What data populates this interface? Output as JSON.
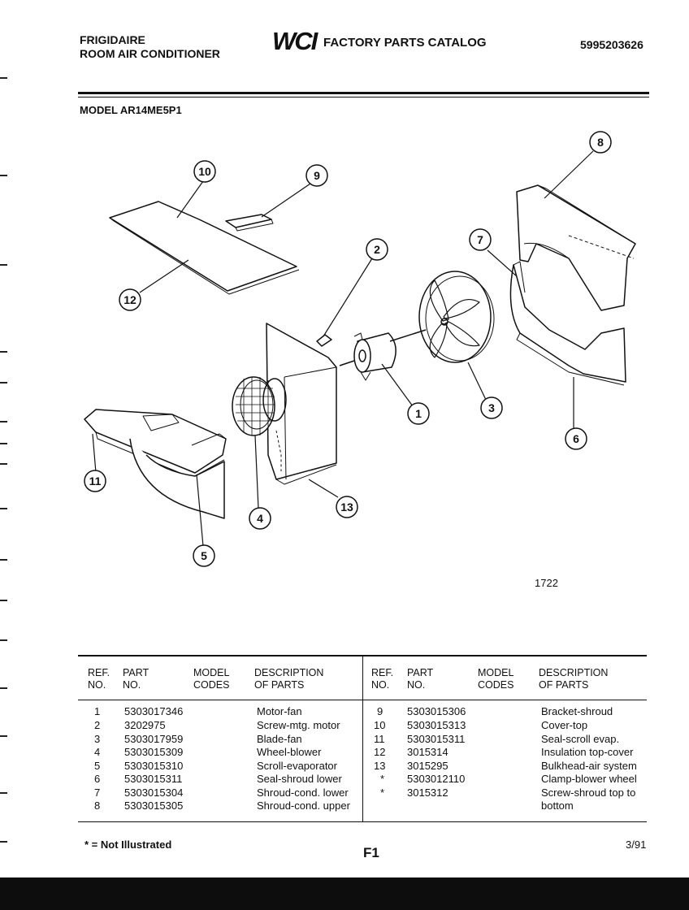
{
  "header": {
    "brand": "FRIGIDAIRE",
    "product": "ROOM AIR CONDITIONER",
    "logo_text": "WCI",
    "catalog_title": "FACTORY PARTS CATALOG",
    "catalog_number": "5995203626"
  },
  "model_label": "MODEL AR14ME5P1",
  "diagram": {
    "callouts": [
      "10",
      "9",
      "8",
      "2",
      "7",
      "12",
      "1",
      "3",
      "6",
      "11",
      "4",
      "13",
      "5"
    ],
    "figure_number": "1722"
  },
  "parts_table": {
    "headers": {
      "ref_no": [
        "REF.",
        "NO."
      ],
      "part_no": [
        "PART",
        "NO."
      ],
      "model_codes": [
        "MODEL",
        "CODES"
      ],
      "description": [
        "DESCRIPTION",
        "OF PARTS"
      ]
    },
    "left_rows": [
      {
        "ref": "1",
        "part": "5303017346",
        "codes": "",
        "desc": "Motor-fan"
      },
      {
        "ref": "2",
        "part": "3202975",
        "codes": "",
        "desc": "Screw-mtg. motor"
      },
      {
        "ref": "3",
        "part": "5303017959",
        "codes": "",
        "desc": "Blade-fan"
      },
      {
        "ref": "4",
        "part": "5303015309",
        "codes": "",
        "desc": "Wheel-blower"
      },
      {
        "ref": "5",
        "part": "5303015310",
        "codes": "",
        "desc": "Scroll-evaporator"
      },
      {
        "ref": "6",
        "part": "5303015311",
        "codes": "",
        "desc": "Seal-shroud lower"
      },
      {
        "ref": "7",
        "part": "5303015304",
        "codes": "",
        "desc": "Shroud-cond. lower"
      },
      {
        "ref": "8",
        "part": "5303015305",
        "codes": "",
        "desc": "Shroud-cond. upper"
      }
    ],
    "right_rows": [
      {
        "ref": "9",
        "part": "5303015306",
        "codes": "",
        "desc": "Bracket-shroud"
      },
      {
        "ref": "10",
        "part": "5303015313",
        "codes": "",
        "desc": "Cover-top"
      },
      {
        "ref": "11",
        "part": "5303015311",
        "codes": "",
        "desc": "Seal-scroll evap."
      },
      {
        "ref": "12",
        "part": "3015314",
        "codes": "",
        "desc": "Insulation top-cover"
      },
      {
        "ref": "13",
        "part": "3015295",
        "codes": "",
        "desc": "Bulkhead-air system"
      },
      {
        "ref": "*",
        "part": "5303012110",
        "codes": "",
        "desc": "Clamp-blower wheel"
      },
      {
        "ref": "*",
        "part": "3015312",
        "codes": "",
        "desc": "Screw-shroud top to"
      },
      {
        "ref": "",
        "part": "",
        "codes": "",
        "desc": "bottom"
      }
    ]
  },
  "footer": {
    "note": "* = Not Illustrated",
    "page_label": "F1",
    "date": "3/91"
  }
}
